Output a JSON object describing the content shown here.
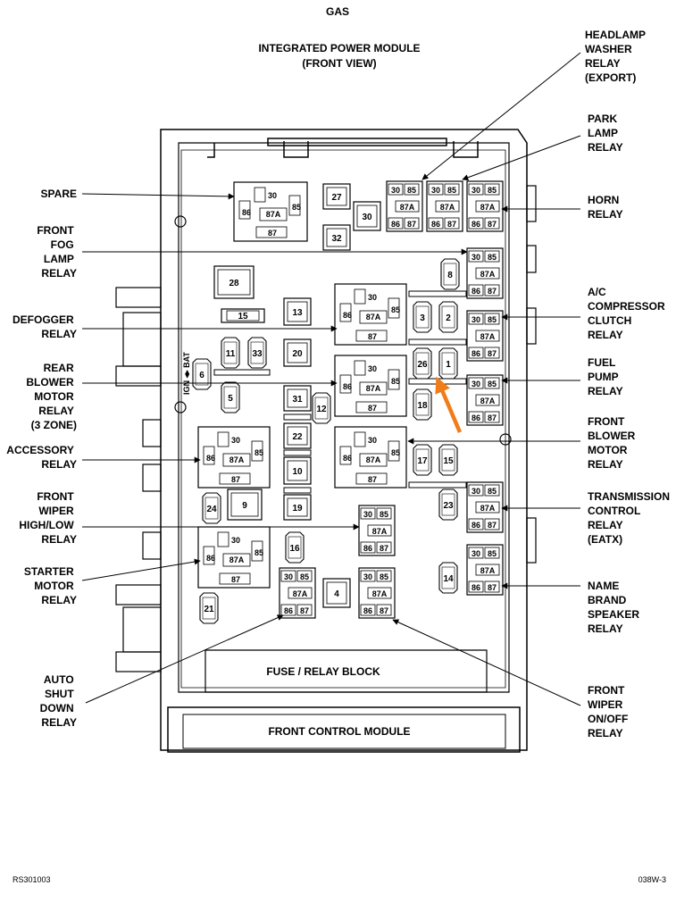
{
  "header": {
    "title": "GAS",
    "subtitle_line1": "INTEGRATED POWER MODULE",
    "subtitle_line2": "(FRONT VIEW)"
  },
  "blocks": {
    "fuse_relay_block": "FUSE / RELAY BLOCK",
    "front_control_module": "FRONT CONTROL MODULE"
  },
  "footer": {
    "left_code": "RS301003",
    "right_code": "038W-3"
  },
  "side_text": {
    "ign_bat": "IGN ◂▸ BAT"
  },
  "pins": {
    "p30": "30",
    "p85": "85",
    "p86": "86",
    "p87": "87",
    "p87a": "87A"
  },
  "fuses": {
    "f1": "1",
    "f2": "2",
    "f3": "3",
    "f4": "4",
    "f5": "5",
    "f6": "6",
    "f8": "8",
    "f9": "9",
    "f10": "10",
    "f11": "11",
    "f12": "12",
    "f13": "13",
    "f14": "14",
    "f15": "15",
    "f16": "16",
    "f17": "17",
    "f18": "18",
    "f19": "19",
    "f20": "20",
    "f21": "21",
    "f22": "22",
    "f23": "23",
    "f24": "24",
    "f26": "26",
    "f27": "27",
    "f28": "28",
    "f30": "30",
    "f31": "31",
    "f32": "32",
    "f33": "33"
  },
  "labels_left": {
    "spare": [
      "SPARE"
    ],
    "front_fog": [
      "FRONT",
      "FOG",
      "LAMP",
      "RELAY"
    ],
    "defogger": [
      "DEFOGGER",
      "RELAY"
    ],
    "rear_blower": [
      "REAR",
      "BLOWER",
      "MOTOR",
      "RELAY",
      "(3 ZONE)"
    ],
    "accessory": [
      "ACCESSORY",
      "RELAY"
    ],
    "front_wiper_hl": [
      "FRONT",
      "WIPER",
      "HIGH/LOW",
      "RELAY"
    ],
    "starter": [
      "STARTER",
      "MOTOR",
      "RELAY"
    ],
    "asd": [
      "AUTO",
      "SHUT",
      "DOWN",
      "RELAY"
    ]
  },
  "labels_right": {
    "headlamp_washer": [
      "HEADLAMP",
      "WASHER",
      "RELAY",
      "(EXPORT)"
    ],
    "park_lamp": [
      "PARK",
      "LAMP",
      "RELAY"
    ],
    "horn": [
      "HORN",
      "RELAY"
    ],
    "ac_compressor": [
      "A/C",
      "COMPRESSOR",
      "CLUTCH",
      "RELAY"
    ],
    "fuel_pump": [
      "FUEL",
      "PUMP",
      "RELAY"
    ],
    "front_blower": [
      "FRONT",
      "BLOWER",
      "MOTOR",
      "RELAY"
    ],
    "transmission": [
      "TRANSMISSION",
      "CONTROL",
      "RELAY",
      "(EATX)"
    ],
    "name_brand": [
      "NAME",
      "BRAND",
      "SPEAKER",
      "RELAY"
    ],
    "front_wiper_onoff": [
      "FRONT",
      "WIPER",
      "ON/OFF",
      "RELAY"
    ]
  },
  "colors": {
    "ink": "#000000",
    "highlight_arrow": "#f07d1a"
  }
}
